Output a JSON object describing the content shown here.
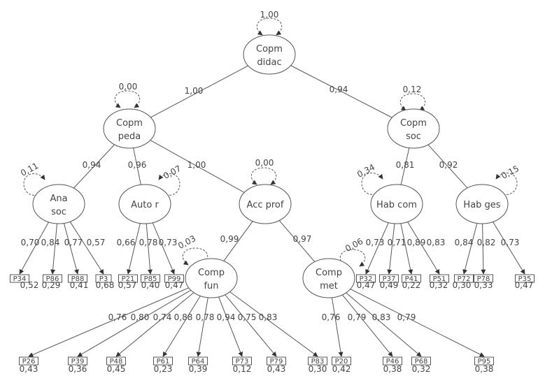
{
  "colors": {
    "line": "#555555",
    "text": "#444444",
    "background": "#ffffff"
  },
  "latent_nodes": [
    {
      "id": "didac",
      "lines": [
        "Copm",
        "didac"
      ],
      "variance": "1,00"
    },
    {
      "id": "peda",
      "lines": [
        "Copm",
        "peda"
      ],
      "variance": "0,00"
    },
    {
      "id": "soc",
      "lines": [
        "Copm",
        "soc"
      ],
      "variance": "0,12"
    },
    {
      "id": "ana",
      "lines": [
        "Ana",
        "soc"
      ],
      "variance": "0,11"
    },
    {
      "id": "autor",
      "lines": [
        "Auto r"
      ],
      "variance": "0,07"
    },
    {
      "id": "accprof",
      "lines": [
        "Acc prof"
      ],
      "variance": "0,00"
    },
    {
      "id": "habcom",
      "lines": [
        "Hab com"
      ],
      "variance": "0,34"
    },
    {
      "id": "habges",
      "lines": [
        "Hab ges"
      ],
      "variance": "0,15"
    },
    {
      "id": "compfun",
      "lines": [
        "Comp",
        "fun"
      ],
      "variance": "0,03"
    },
    {
      "id": "compmet",
      "lines": [
        "Comp",
        "met"
      ],
      "variance": "0,06"
    }
  ],
  "structural_paths": [
    {
      "from": "didac",
      "to": "peda",
      "coef": "1,00"
    },
    {
      "from": "didac",
      "to": "soc",
      "coef": "0,94"
    },
    {
      "from": "peda",
      "to": "ana",
      "coef": "0,94"
    },
    {
      "from": "peda",
      "to": "autor",
      "coef": "0,96"
    },
    {
      "from": "peda",
      "to": "accprof",
      "coef": "1,00"
    },
    {
      "from": "soc",
      "to": "habcom",
      "coef": "0,81"
    },
    {
      "from": "soc",
      "to": "habges",
      "coef": "0,92"
    },
    {
      "from": "accprof",
      "to": "compfun",
      "coef": "0,99"
    },
    {
      "from": "accprof",
      "to": "compmet",
      "coef": "0,97"
    }
  ],
  "indicators": [
    {
      "id": "P34",
      "factor": "ana",
      "loading": "0,70",
      "residual": "0,52"
    },
    {
      "id": "P86",
      "factor": "ana",
      "loading": "0,84",
      "residual": "0,29"
    },
    {
      "id": "P88",
      "factor": "ana",
      "loading": "0,77",
      "residual": "0,41"
    },
    {
      "id": "P3",
      "factor": "ana",
      "loading": "0,57",
      "residual": "0,68"
    },
    {
      "id": "P21",
      "factor": "autor",
      "loading": "0,66",
      "residual": "0,57"
    },
    {
      "id": "P85",
      "factor": "autor",
      "loading": "0,78",
      "residual": "0,40"
    },
    {
      "id": "P99",
      "factor": "autor",
      "loading": "0,73",
      "residual": "0,47"
    },
    {
      "id": "P32",
      "factor": "habcom",
      "loading": "0,73",
      "residual": "0,47"
    },
    {
      "id": "P37",
      "factor": "habcom",
      "loading": "0,71",
      "residual": "0,49"
    },
    {
      "id": "P41",
      "factor": "habcom",
      "loading": "0,89",
      "residual": "0,22"
    },
    {
      "id": "P51",
      "factor": "habcom",
      "loading": "0,83",
      "residual": "0,32"
    },
    {
      "id": "P72",
      "factor": "habges",
      "loading": "0,84",
      "residual": "0,30"
    },
    {
      "id": "P78",
      "factor": "habges",
      "loading": "0,82",
      "residual": "0,33"
    },
    {
      "id": "P35",
      "factor": "habges",
      "loading": "0,73",
      "residual": "0,47"
    },
    {
      "id": "P26",
      "factor": "compfun",
      "loading": "0,76",
      "residual": "0,43"
    },
    {
      "id": "P39",
      "factor": "compfun",
      "loading": "0,80",
      "residual": "0,36"
    },
    {
      "id": "P48",
      "factor": "compfun",
      "loading": "0,74",
      "residual": "0,45"
    },
    {
      "id": "P61",
      "factor": "compfun",
      "loading": "0,88",
      "residual": "0,23"
    },
    {
      "id": "P64",
      "factor": "compfun",
      "loading": "0,78",
      "residual": "0,39"
    },
    {
      "id": "P73",
      "factor": "compfun",
      "loading": "0,94",
      "residual": "0,12"
    },
    {
      "id": "P79",
      "factor": "compfun",
      "loading": "0,75",
      "residual": "0,43"
    },
    {
      "id": "P83",
      "factor": "compfun",
      "loading": "0,83",
      "residual": "0,30"
    },
    {
      "id": "P20",
      "factor": "compmet",
      "loading": "0,76",
      "residual": "0,42"
    },
    {
      "id": "P46",
      "factor": "compmet",
      "loading": "0,79",
      "residual": "0,38"
    },
    {
      "id": "P68",
      "factor": "compmet",
      "loading": "0,83",
      "residual": "0,32"
    },
    {
      "id": "P95",
      "factor": "compmet",
      "loading": "0,79",
      "residual": "0,38"
    }
  ]
}
